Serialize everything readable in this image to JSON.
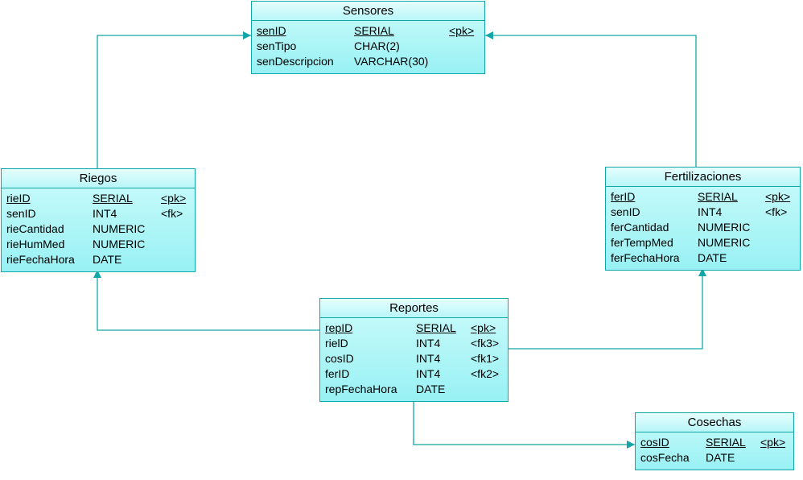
{
  "diagram": {
    "entities": [
      {
        "id": "sensores",
        "title": "Sensores",
        "columns": [
          {
            "name": "senID",
            "type": "SERIAL",
            "key": "<pk>",
            "underline": true
          },
          {
            "name": "senTipo",
            "type": "CHAR(2)",
            "key": "",
            "underline": false
          },
          {
            "name": "senDescripcion",
            "type": "VARCHAR(30)",
            "key": "",
            "underline": false
          }
        ]
      },
      {
        "id": "riegos",
        "title": "Riegos",
        "columns": [
          {
            "name": "rieID",
            "type": "SERIAL",
            "key": "<pk>",
            "underline": true
          },
          {
            "name": "senID",
            "type": "INT4",
            "key": "<fk>",
            "underline": false
          },
          {
            "name": "rieCantidad",
            "type": "NUMERIC",
            "key": "",
            "underline": false
          },
          {
            "name": "rieHumMed",
            "type": "NUMERIC",
            "key": "",
            "underline": false
          },
          {
            "name": "rieFechaHora",
            "type": "DATE",
            "key": "",
            "underline": false
          }
        ]
      },
      {
        "id": "fertilizaciones",
        "title": "Fertilizaciones",
        "columns": [
          {
            "name": "ferID",
            "type": "SERIAL",
            "key": "<pk>",
            "underline": true
          },
          {
            "name": "senID",
            "type": "INT4",
            "key": "<fk>",
            "underline": false
          },
          {
            "name": "ferCantidad",
            "type": "NUMERIC",
            "key": "",
            "underline": false
          },
          {
            "name": "ferTempMed",
            "type": "NUMERIC",
            "key": "",
            "underline": false
          },
          {
            "name": "ferFechaHora",
            "type": "DATE",
            "key": "",
            "underline": false
          }
        ]
      },
      {
        "id": "reportes",
        "title": "Reportes",
        "columns": [
          {
            "name": "repID",
            "type": "SERIAL",
            "key": "<pk>",
            "underline": true
          },
          {
            "name": "rielD",
            "type": "INT4",
            "key": "<fk3>",
            "underline": false
          },
          {
            "name": "cosID",
            "type": "INT4",
            "key": "<fk1>",
            "underline": false
          },
          {
            "name": "ferID",
            "type": "INT4",
            "key": "<fk2>",
            "underline": false
          },
          {
            "name": "repFechaHora",
            "type": "DATE",
            "key": "",
            "underline": false
          }
        ]
      },
      {
        "id": "cosechas",
        "title": "Cosechas",
        "columns": [
          {
            "name": "cosID",
            "type": "SERIAL",
            "key": "<pk>",
            "underline": true
          },
          {
            "name": "cosFecha",
            "type": "DATE",
            "key": "",
            "underline": false
          }
        ]
      }
    ],
    "relationships": [
      {
        "from": "riegos",
        "to": "sensores"
      },
      {
        "from": "fertilizaciones",
        "to": "sensores"
      },
      {
        "from": "reportes",
        "to": "riegos"
      },
      {
        "from": "reportes",
        "to": "fertilizaciones"
      },
      {
        "from": "reportes",
        "to": "cosechas"
      }
    ],
    "colors": {
      "line": "#13a6a6",
      "fill_top": "#ccfbfb",
      "fill_bottom": "#98f1f4"
    }
  }
}
